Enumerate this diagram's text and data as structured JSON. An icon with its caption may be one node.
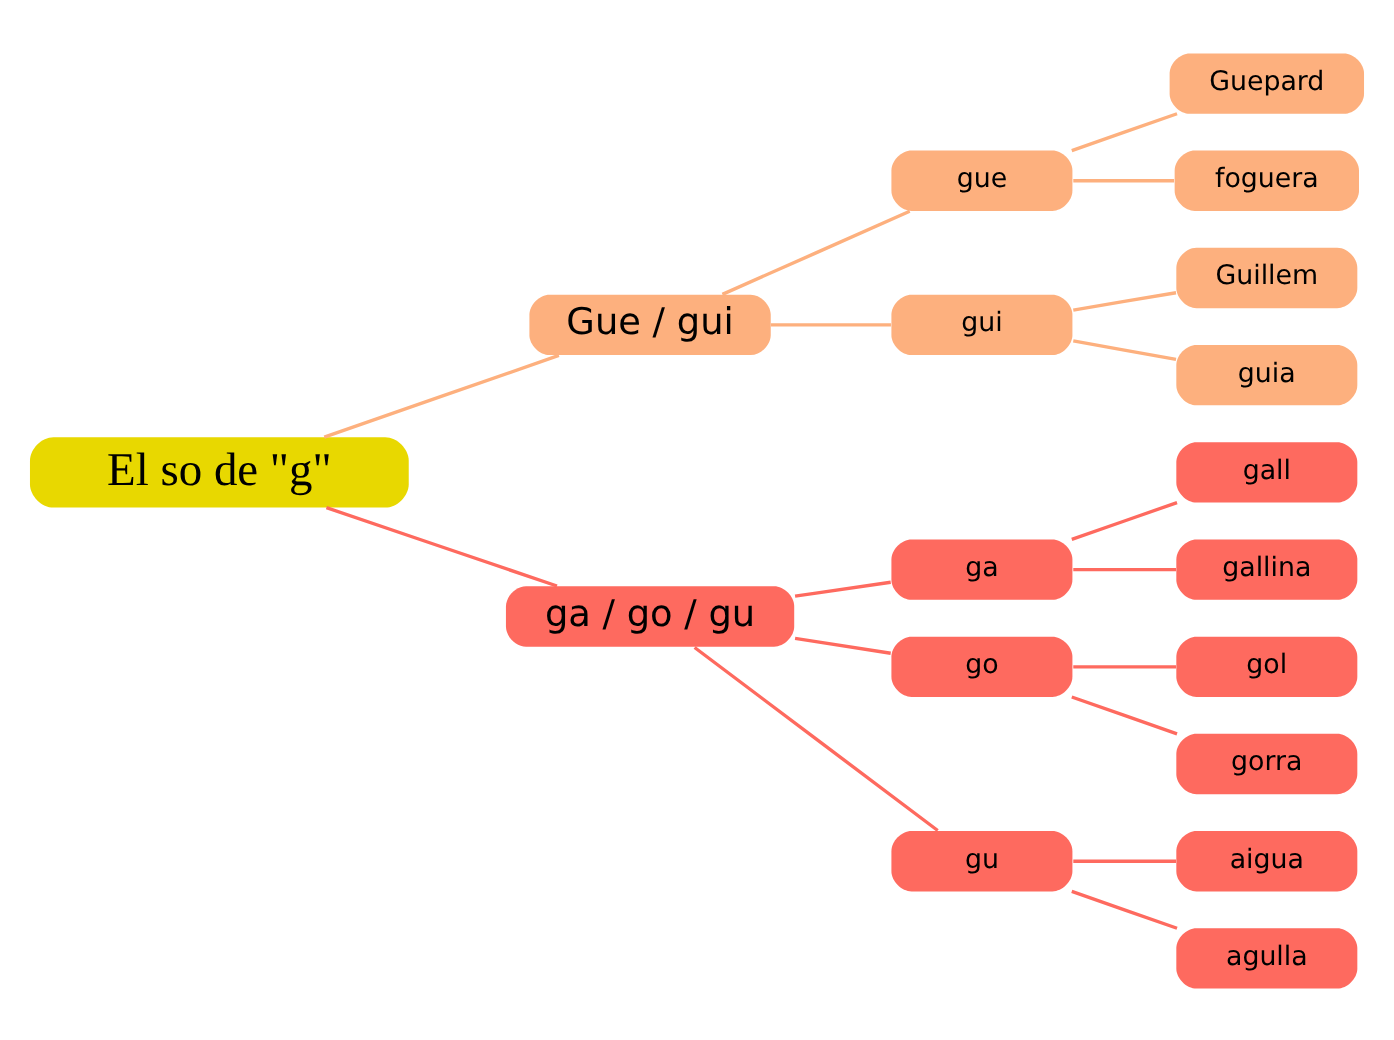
{
  "diagram": {
    "nodes": [
      {
        "text": [
          "El so de \"g\""
        ]
      },
      {
        "text": [
          "Gue / gui"
        ]
      },
      {
        "text": [
          "gue"
        ]
      },
      {
        "text": [
          "Guepard"
        ]
      },
      {
        "text": [
          "foguera"
        ]
      },
      {
        "text": [
          "gui"
        ]
      },
      {
        "text": [
          "Guillem"
        ]
      },
      {
        "text": [
          "guia"
        ]
      },
      {
        "text": [
          "ga / go / gu"
        ]
      },
      {
        "text": [
          "ga"
        ]
      },
      {
        "text": [
          "gall"
        ]
      },
      {
        "text": [
          "gallina"
        ]
      },
      {
        "text": [
          "go"
        ]
      },
      {
        "text": [
          "gol"
        ]
      },
      {
        "text": [
          "gorra"
        ]
      },
      {
        "text": [
          "gu"
        ]
      },
      {
        "text": [
          "aigua"
        ]
      },
      {
        "text": [
          "agulla"
        ]
      }
    ],
    "edges": [
      {
        "from": 0,
        "to": 1,
        "arrow": "none",
        "color": "#fdb07e"
      },
      {
        "from": 1,
        "to": 2,
        "arrow": "none",
        "color": "#fdb07e"
      },
      {
        "from": 2,
        "to": 3,
        "arrow": "none",
        "color": "#fdb07e"
      },
      {
        "from": 2,
        "to": 4,
        "arrow": "none",
        "color": "#fdb07e"
      },
      {
        "from": 1,
        "to": 5,
        "arrow": "none",
        "color": "#fdb07e"
      },
      {
        "from": 5,
        "to": 6,
        "arrow": "none",
        "color": "#fdb07e"
      },
      {
        "from": 5,
        "to": 7,
        "arrow": "none",
        "color": "#fdb07e"
      },
      {
        "from": 0,
        "to": 8,
        "arrow": "none"
      },
      {
        "from": 8,
        "to": 9,
        "arrow": "none"
      },
      {
        "from": 9,
        "to": 10,
        "arrow": "none"
      },
      {
        "from": 9,
        "to": 11,
        "arrow": "none"
      },
      {
        "from": 8,
        "to": 12,
        "arrow": "none"
      },
      {
        "from": 12,
        "to": 13,
        "arrow": "none"
      },
      {
        "from": 12,
        "to": 14,
        "arrow": "none"
      },
      {
        "from": 8,
        "to": 15,
        "arrow": "none"
      },
      {
        "from": 15,
        "to": 16,
        "arrow": "none"
      },
      {
        "from": 15,
        "to": 17,
        "arrow": "none"
      }
    ]
  }
}
